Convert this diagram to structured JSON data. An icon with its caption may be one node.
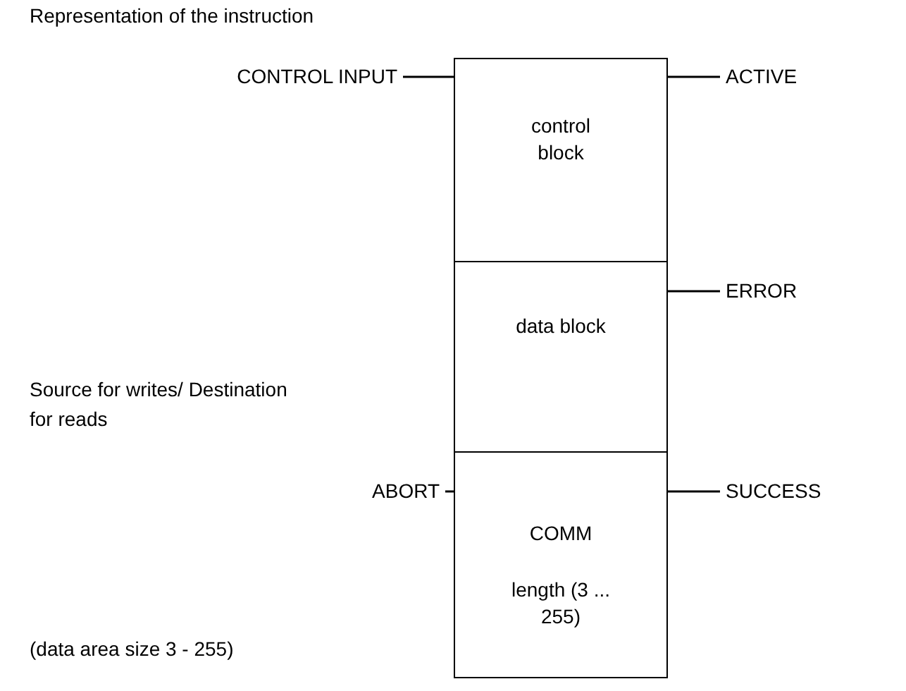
{
  "diagram": {
    "title": "Representation of the instruction",
    "nodes": [
      {
        "text": [
          "control block"
        ]
      },
      {
        "text": [
          "data block"
        ]
      },
      {
        "text": [
          "COMM",
          "length (3 ... 255)"
        ]
      },
      {
        "text": [
          "CONTROL INPUT"
        ]
      },
      {
        "text": [
          "ACTIVE"
        ]
      },
      {
        "text": [
          "ERROR"
        ]
      },
      {
        "text": [
          "ABORT"
        ]
      },
      {
        "text": [
          "SUCCESS"
        ]
      }
    ],
    "edges": [
      {
        "from": 3,
        "to": 0,
        "arrow": "none"
      },
      {
        "from": 0,
        "to": 4,
        "arrow": "none"
      },
      {
        "from": 1,
        "to": 5,
        "arrow": "none"
      },
      {
        "from": 6,
        "to": 2,
        "arrow": "none"
      },
      {
        "from": 2,
        "to": 7,
        "arrow": "none"
      }
    ],
    "labels": [
      "Source for writes/ Destination for reads",
      "(data area size 3 - 255)"
    ]
  }
}
